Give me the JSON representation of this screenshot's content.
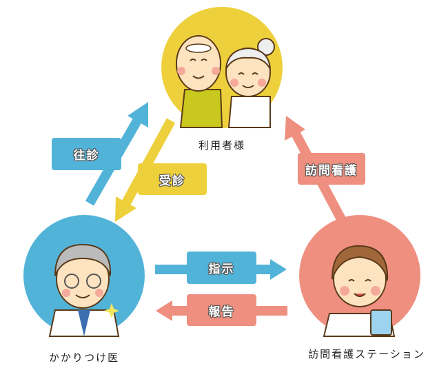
{
  "nodes": {
    "patients": "利用者様",
    "doctor": "かかりつけ医",
    "station": "訪問看護ステーション"
  },
  "arrows": {
    "house_call": "往診",
    "consultation": "受診",
    "home_nursing": "訪問看護",
    "instruction": "指示",
    "report": "報告"
  },
  "colors": {
    "yellow": "#edd03c",
    "blue": "#52b3d9",
    "salmon": "#ee8f80"
  }
}
